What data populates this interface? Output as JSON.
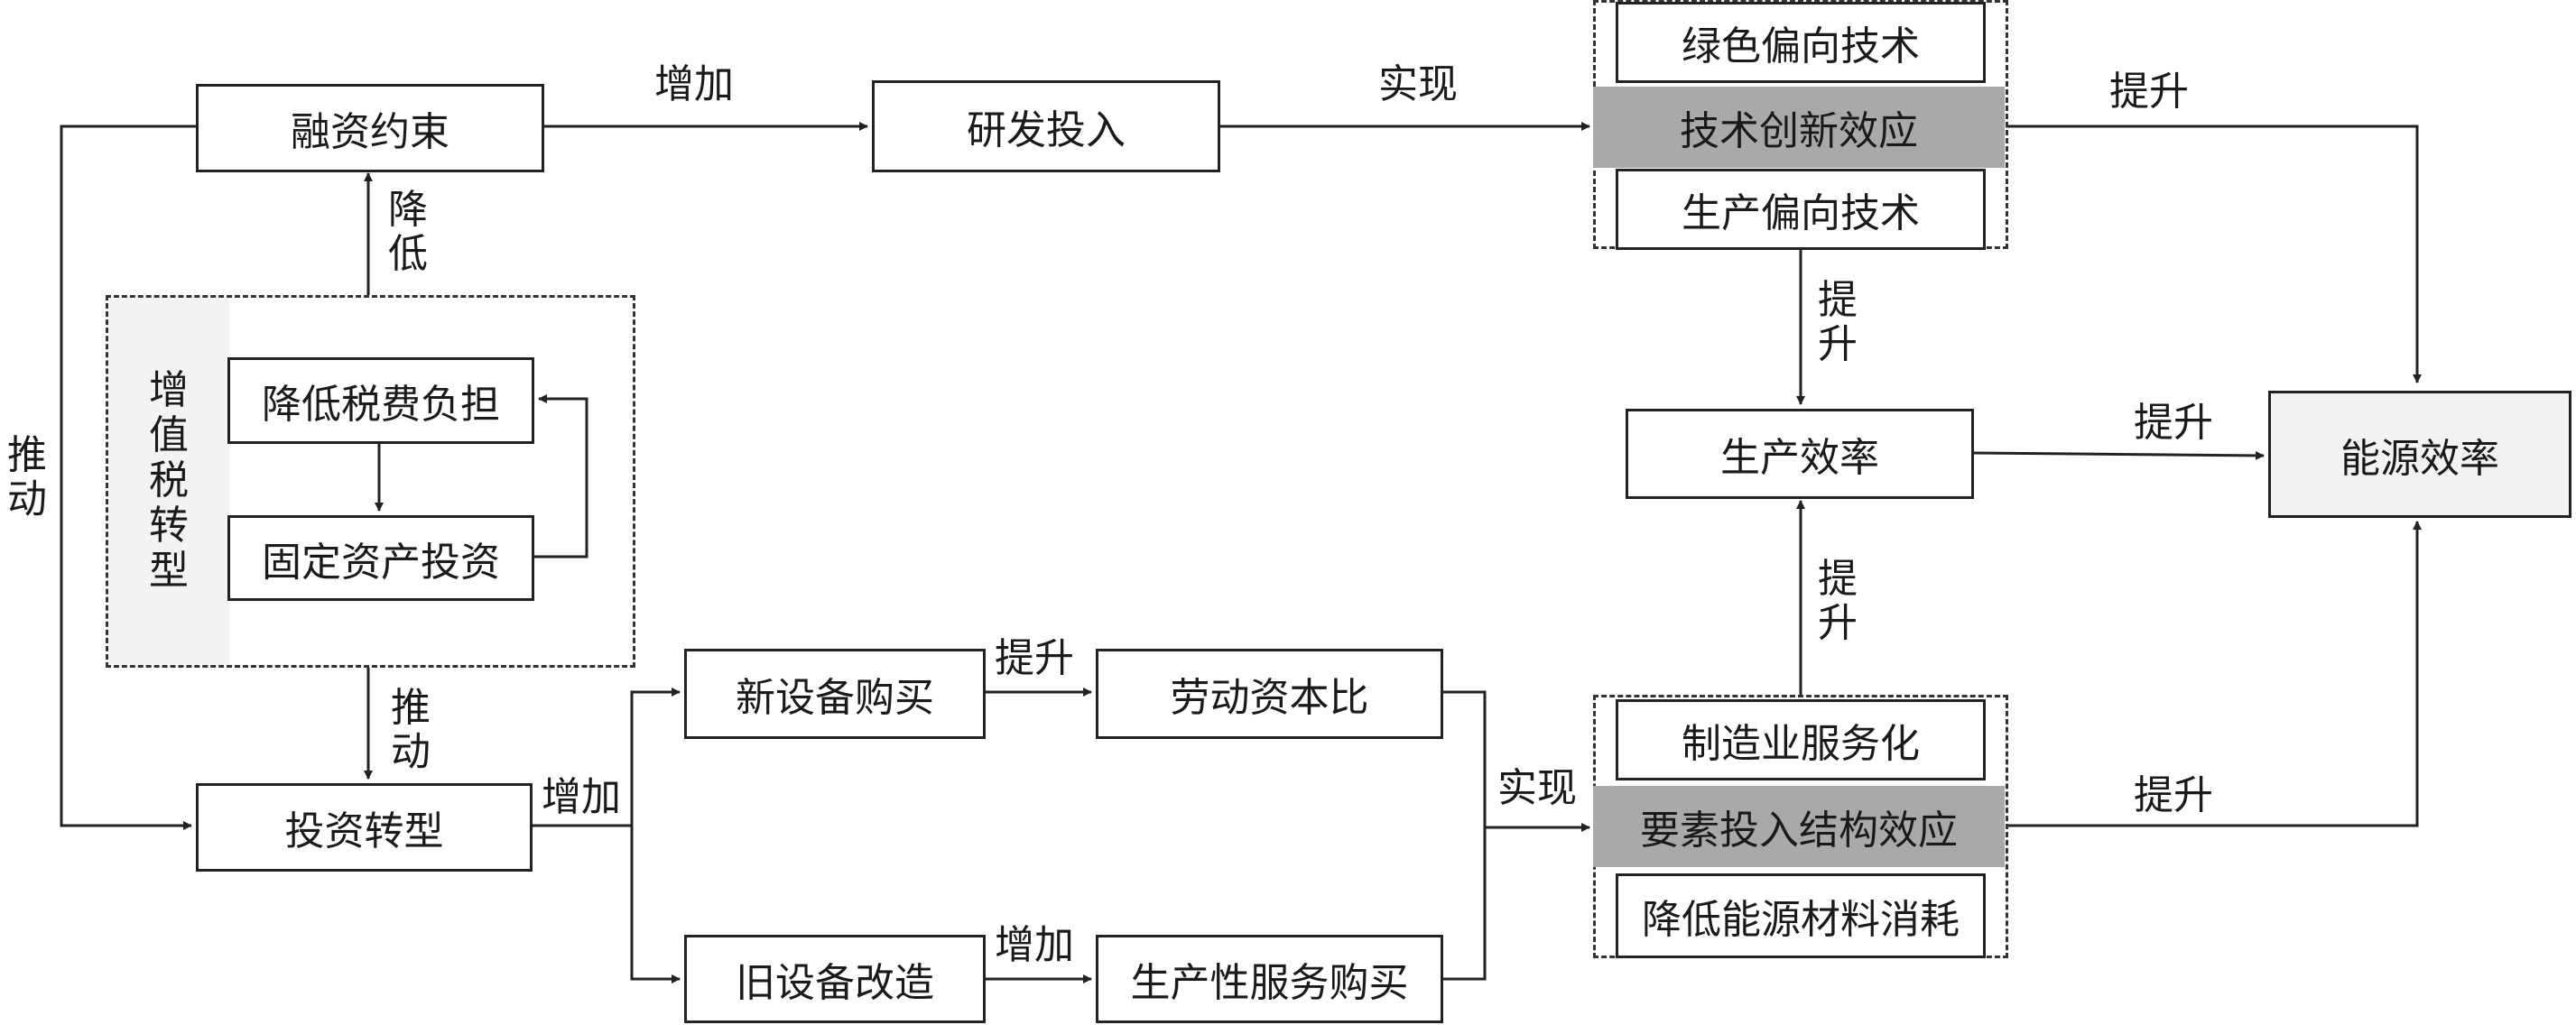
{
  "nodes": {
    "financing_constraint": "融资约束",
    "rd_investment": "研发投入",
    "green_tech": "绿色偏向技术",
    "tech_innovation_effect": "技术创新效应",
    "production_tech": "生产偏向技术",
    "production_efficiency": "生产效率",
    "energy_efficiency": "能源效率",
    "reduce_tax_burden": "降低税费负担",
    "fixed_asset_investment": "固定资产投资",
    "vat_transformation": "增值税转型",
    "investment_transformation": "投资转型",
    "new_equipment_purchase": "新设备购买",
    "labor_capital_ratio": "劳动资本比",
    "old_equipment_renovation": "旧设备改造",
    "productive_service_purchase": "生产性服务购买",
    "manufacturing_servitization": "制造业服务化",
    "factor_input_structure_effect": "要素投入结构效应",
    "reduce_energy_material_consumption": "降低能源材料消耗"
  },
  "edge_labels": {
    "increase_1": "增加",
    "realize_1": "实现",
    "raise_1": "提升",
    "reduce_vertical": "降低",
    "push_left": "推动",
    "raise_vertical_1": "提升",
    "raise_2": "提升",
    "raise_vertical_2": "提升",
    "push_down": "推动",
    "increase_2": "增加",
    "raise_3": "提升",
    "increase_3": "增加",
    "realize_2": "实现",
    "raise_4": "提升"
  }
}
